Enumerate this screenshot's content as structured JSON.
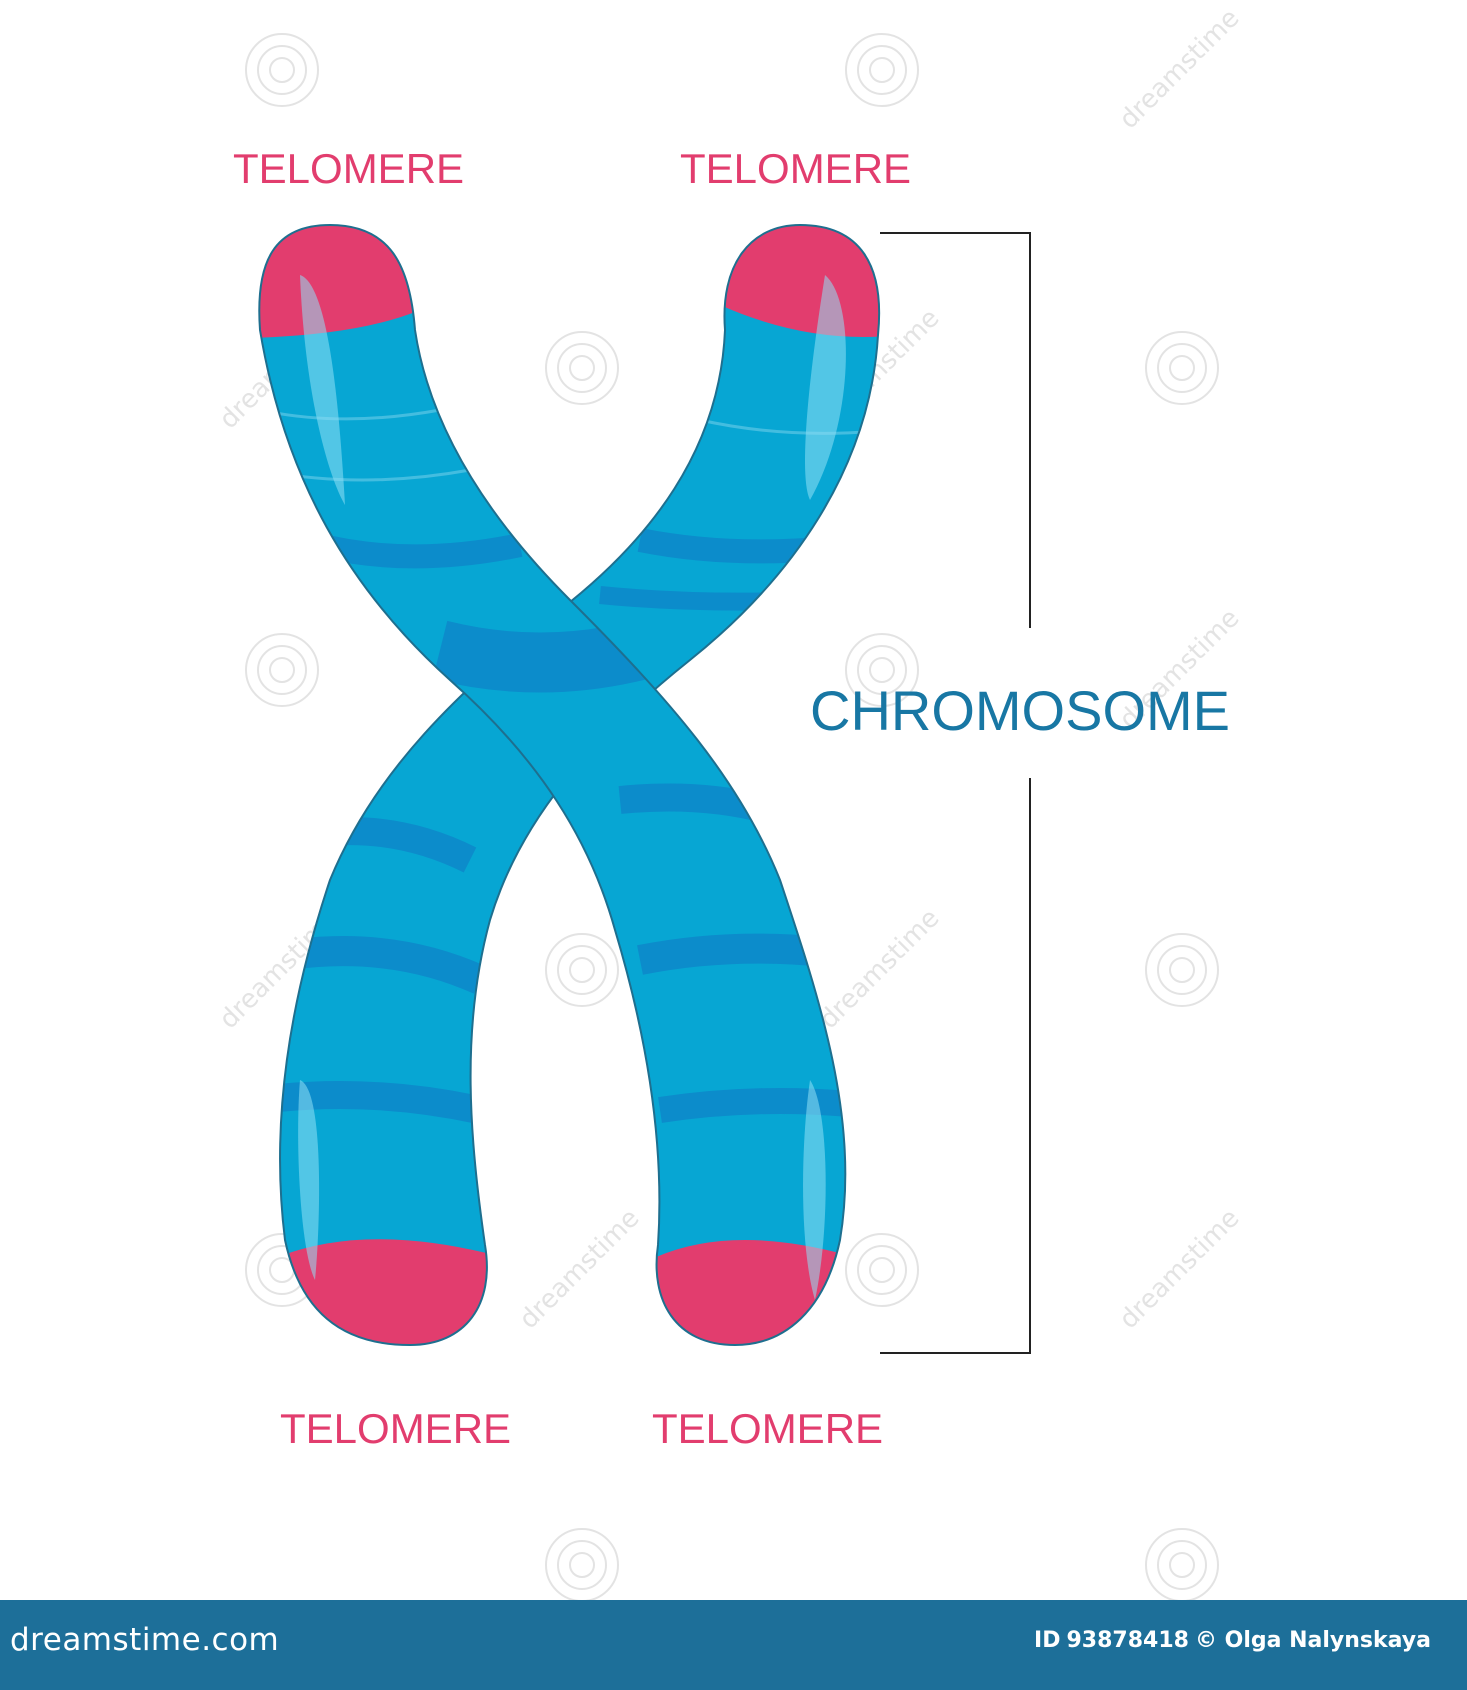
{
  "colors": {
    "telomere": "#e23d6e",
    "chromatid_fill": "#07a6d3",
    "chromatid_band": "#0c8ccb",
    "chromatid_outline": "#1e6f8f",
    "highlight": "#8fe0f5",
    "chromosome_label": "#1877a4",
    "bracket": "#222222",
    "footer_bg": "#1d6f99",
    "watermark": "#e3e3e3"
  },
  "labels": {
    "telomere_top_left": "TELOMERE",
    "telomere_top_right": "TELOMERE",
    "telomere_bottom_left": "TELOMERE",
    "telomere_bottom_right": "TELOMERE",
    "chromosome": "CHROMOSOME"
  },
  "watermark": {
    "text": "dreamstime"
  },
  "footer": {
    "logo": "dreamstime.com",
    "id_label": "ID",
    "id_value": "93878418",
    "credit": "© Olga Nalynskaya"
  }
}
